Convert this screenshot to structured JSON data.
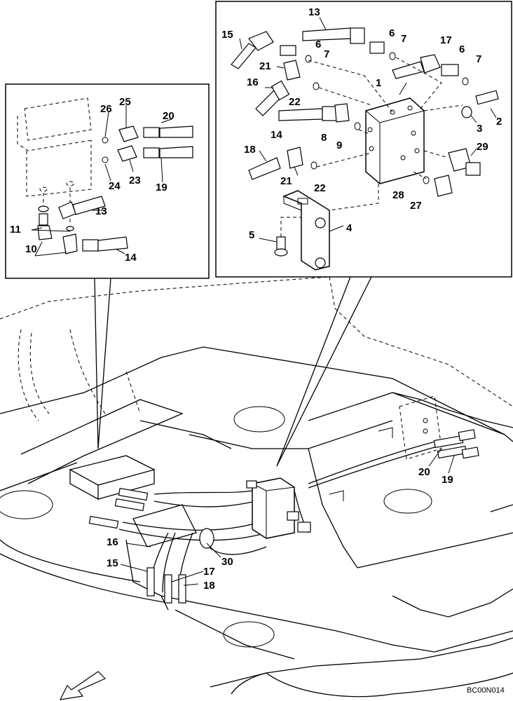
{
  "diagram": {
    "code": "BC00N014",
    "callouts": {
      "topright": [
        "13",
        "15",
        "6",
        "7",
        "6",
        "7",
        "17",
        "6",
        "7",
        "21",
        "1",
        "16",
        "22",
        "2",
        "3",
        "14",
        "8",
        "9",
        "29",
        "18",
        "21",
        "22",
        "28",
        "27",
        "4",
        "5"
      ],
      "left": [
        "26",
        "25",
        "20",
        "23",
        "24",
        "19",
        "13",
        "11",
        "10",
        "14"
      ],
      "main": [
        "20",
        "19",
        "16",
        "30",
        "15",
        "17",
        "18"
      ]
    }
  }
}
